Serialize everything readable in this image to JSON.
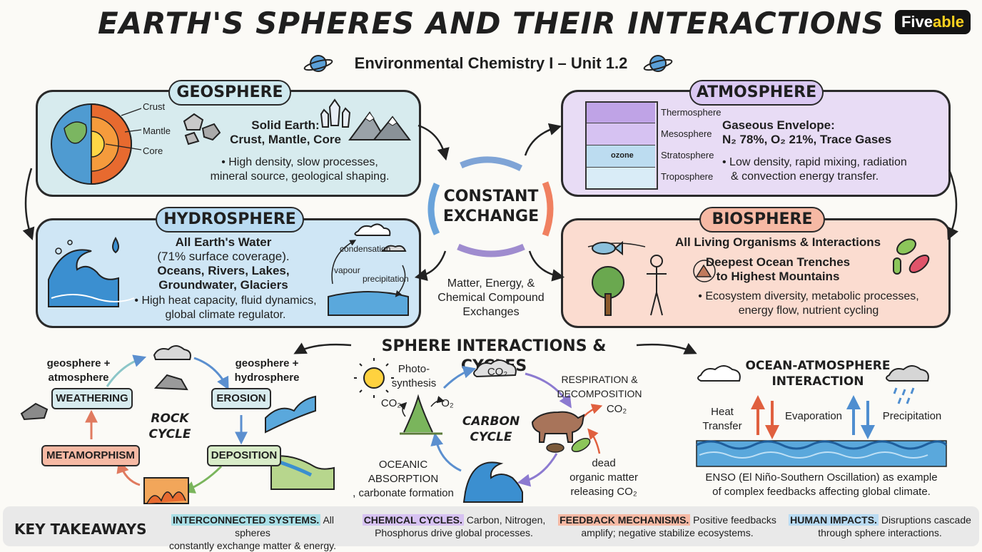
{
  "title": "EARTH'S SPHERES AND THEIR INTERACTIONS",
  "subtitle": "Environmental Chemistry I – Unit 1.2",
  "brand": {
    "part1": "Five",
    "part2": "able"
  },
  "colors": {
    "geo": "#d7ebee",
    "atmo": "#e8dcf5",
    "hydro": "#cfe6f5",
    "bio": "#fbdcd0",
    "green": "#d8ecc8",
    "grey": "#e6e6e6"
  },
  "geosphere": {
    "tag": "GEOSPHERE",
    "labels": [
      "Crust",
      "Mantle",
      "Core"
    ],
    "heading": [
      "Solid Earth:",
      "Crust, Mantle, Core"
    ],
    "bullet": [
      "• High density, slow processes,",
      "mineral source, geological shaping."
    ]
  },
  "atmosphere": {
    "tag": "ATMOSPHERE",
    "layers": [
      "Thermosphere",
      "Mesosphere",
      "Stratosphere",
      "Troposphere"
    ],
    "ozone": "ozone",
    "heading": [
      "Gaseous Envelope:",
      "N₂ 78%, O₂ 21%, Trace Gases"
    ],
    "bullet": [
      "• Low density, rapid mixing, radiation",
      "& convection energy transfer."
    ]
  },
  "hydrosphere": {
    "tag": "HYDROSPHERE",
    "heading": [
      "All Earth's Water",
      "(71% surface coverage).",
      "Oceans, Rivers, Lakes,",
      "Groundwater, Glaciers"
    ],
    "bullet": [
      "• High heat capacity, fluid dynamics,",
      "global climate regulator."
    ],
    "cycle": [
      "condensation",
      "vapour",
      "precipitation"
    ]
  },
  "biosphere": {
    "tag": "BIOSPHERE",
    "heading": [
      "All Living Organisms & Interactions",
      "Deepest Ocean Trenches",
      "to Highest Mountains"
    ],
    "bullet": [
      "• Ecosystem diversity, metabolic processes,",
      "energy flow, nutrient cycling"
    ]
  },
  "center": {
    "title": [
      "CONSTANT",
      "EXCHANGE"
    ],
    "note": [
      "Matter, Energy, &",
      "Chemical Compound",
      "Exchanges"
    ]
  },
  "interactions": {
    "title": "SPHERE INTERACTIONS & CYCLES",
    "rock": {
      "title": [
        "ROCK",
        "CYCLE"
      ],
      "weathering": "WEATHERING",
      "erosion": "EROSION",
      "deposition": "DEPOSITION",
      "metamorphism": "METAMORPHISM",
      "left_note": [
        "geosphere +",
        "atmosphere"
      ],
      "right_note": [
        "geosphere +",
        "hydrosphere"
      ]
    },
    "carbon": {
      "title": [
        "CARBON",
        "CYCLE"
      ],
      "photo": [
        "Photo-",
        "synthesis"
      ],
      "co2_left": "CO₂",
      "o2": "O₂",
      "co2_cloud": "CO₂",
      "resp": [
        "RESPIRATION &",
        "DECOMPOSITION"
      ],
      "co2_right": "CO₂",
      "dead": [
        "dead",
        "organic matter",
        "releasing CO₂"
      ],
      "ocean": [
        "OCEANIC",
        "ABSORPTION",
        ", carbonate formation"
      ]
    },
    "ocean_atmo": {
      "title": [
        "OCEAN-ATMOSPHERE",
        "INTERACTION"
      ],
      "heat": [
        "Heat",
        "Transfer"
      ],
      "evap": "Evaporation",
      "precip": "Precipitation",
      "enso": [
        "ENSO (El Niño-Southern Oscillation) as example",
        "of complex feedbacks affecting global climate."
      ]
    }
  },
  "takeaways": {
    "label": "KEY TAKEAWAYS",
    "items": [
      {
        "head": "INTERCONNECTED SYSTEMS.",
        "text1": " All spheres",
        "text2": "constantly exchange matter & energy."
      },
      {
        "head": "CHEMICAL CYCLES.",
        "text1": " Carbon, Nitrogen,",
        "text2": "Phosphorus drive global processes."
      },
      {
        "head": "FEEDBACK MECHANISMS.",
        "text1": " Positive feedbacks",
        "text2": "amplify; negative stabilize ecosystems."
      },
      {
        "head": "HUMAN IMPACTS.",
        "text1": " Disruptions cascade",
        "text2": "through sphere interactions."
      }
    ]
  }
}
